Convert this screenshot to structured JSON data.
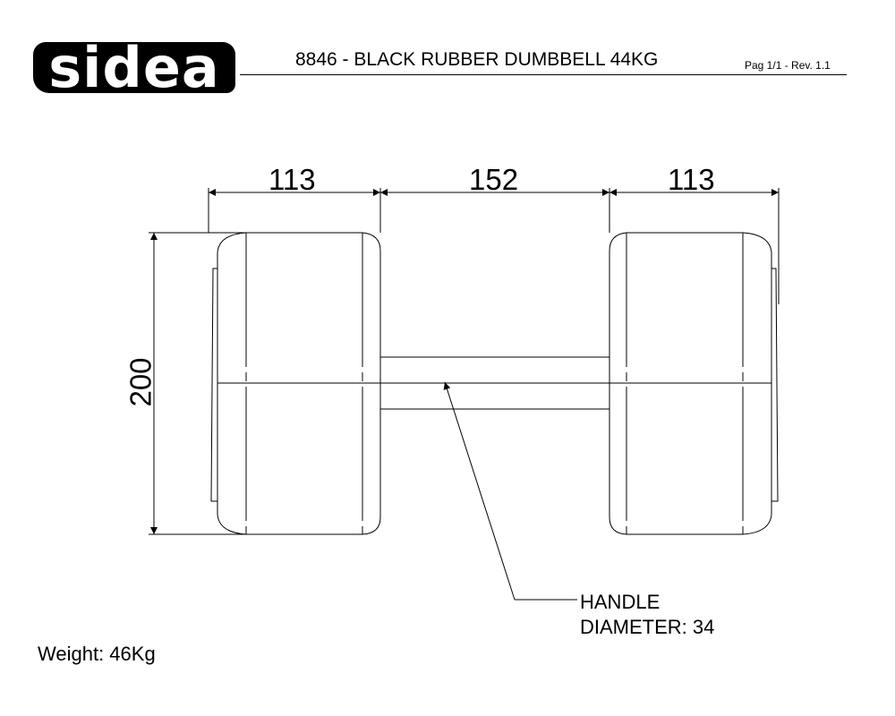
{
  "header": {
    "logo": "sidea",
    "title": "8846 - BLACK RUBBER DUMBBELL 44KG",
    "page_rev": "Pag 1/1 - Rev. 1.1"
  },
  "dimensions": {
    "left_plate_width": "113",
    "handle_length": "152",
    "right_plate_width": "113",
    "plate_diameter": "200"
  },
  "annotation": {
    "line1": "HANDLE",
    "line2": "DIAMETER: 34"
  },
  "weight": "Weight: 46Kg"
}
